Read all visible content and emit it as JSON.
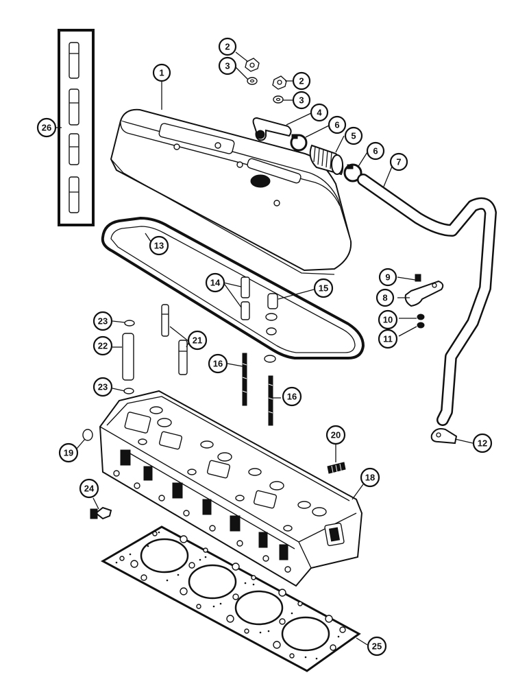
{
  "diagram": {
    "callouts": [
      {
        "id": "c1",
        "label": "1"
      },
      {
        "id": "c2a",
        "label": "2"
      },
      {
        "id": "c3a",
        "label": "3"
      },
      {
        "id": "c2b",
        "label": "2"
      },
      {
        "id": "c3b",
        "label": "3"
      },
      {
        "id": "c4",
        "label": "4"
      },
      {
        "id": "c6a",
        "label": "6"
      },
      {
        "id": "c5",
        "label": "5"
      },
      {
        "id": "c6b",
        "label": "6"
      },
      {
        "id": "c7",
        "label": "7"
      },
      {
        "id": "c8",
        "label": "8"
      },
      {
        "id": "c9",
        "label": "9"
      },
      {
        "id": "c10",
        "label": "10"
      },
      {
        "id": "c11",
        "label": "11"
      },
      {
        "id": "c12",
        "label": "12"
      },
      {
        "id": "c13",
        "label": "13"
      },
      {
        "id": "c14",
        "label": "14"
      },
      {
        "id": "c15",
        "label": "15"
      },
      {
        "id": "c16a",
        "label": "16"
      },
      {
        "id": "c16b",
        "label": "16"
      },
      {
        "id": "c18",
        "label": "18"
      },
      {
        "id": "c19",
        "label": "19"
      },
      {
        "id": "c20",
        "label": "20"
      },
      {
        "id": "c21",
        "label": "21"
      },
      {
        "id": "c22",
        "label": "22"
      },
      {
        "id": "c23a",
        "label": "23"
      },
      {
        "id": "c23b",
        "label": "23"
      },
      {
        "id": "c24",
        "label": "24"
      },
      {
        "id": "c25",
        "label": "25"
      },
      {
        "id": "c26",
        "label": "26"
      }
    ]
  }
}
